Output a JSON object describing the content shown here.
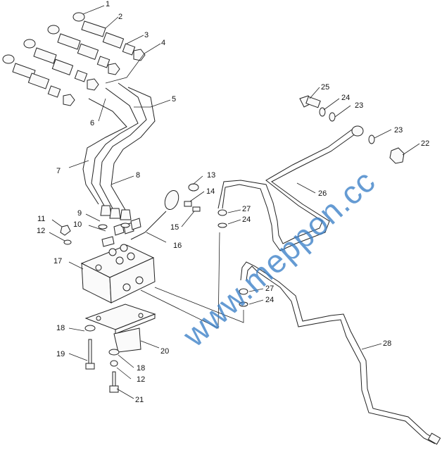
{
  "watermark": "www.meppon.cc",
  "callouts": [
    "1",
    "2",
    "3",
    "4",
    "5",
    "6",
    "7",
    "8",
    "9",
    "10",
    "11",
    "12",
    "13",
    "14",
    "15",
    "16",
    "17",
    "18",
    "19",
    "20",
    "21",
    "22",
    "23",
    "24",
    "25",
    "26",
    "27",
    "28"
  ],
  "colors": {
    "line": "#222222",
    "watermark": "#3a7fc6",
    "background": "#ffffff"
  }
}
